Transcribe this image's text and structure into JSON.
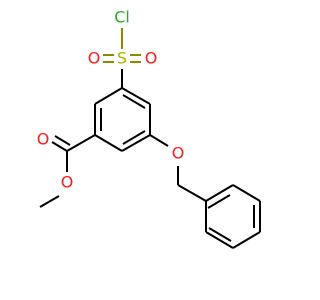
{
  "molecule": {
    "atoms": {
      "chlorine": {
        "symbol": "Cl",
        "color": "#22b022"
      },
      "sulfur": {
        "symbol": "S",
        "color": "#b0b000"
      },
      "sulfonyl_oxygen_left": {
        "symbol": "O",
        "color": "#ff1a1a"
      },
      "sulfonyl_oxygen_right": {
        "symbol": "O",
        "color": "#ff1a1a"
      },
      "carbonyl_oxygen": {
        "symbol": "O",
        "color": "#ff1a1a"
      },
      "ester_oxygen": {
        "symbol": "O",
        "color": "#ff1a1a"
      },
      "ether_oxygen": {
        "symbol": "O",
        "color": "#ff1a1a"
      }
    },
    "bond_color": "#000000"
  }
}
